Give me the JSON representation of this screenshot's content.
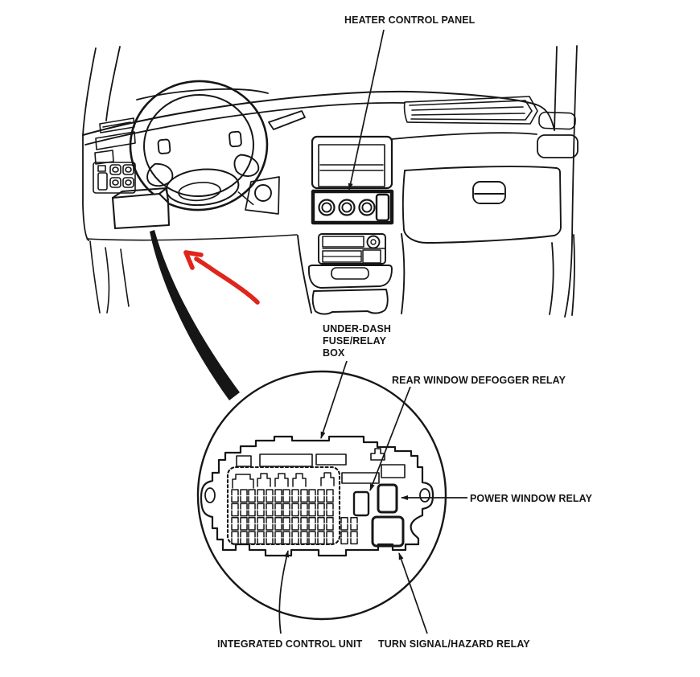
{
  "colors": {
    "ink": "#161616",
    "red": "#e0251c",
    "bg": "#ffffff"
  },
  "labels": {
    "heater_control_panel": "HEATER CONTROL PANEL",
    "under_dash_line1": "UNDER-DASH",
    "under_dash_line2": "FUSE/RELAY",
    "under_dash_line3": "BOX",
    "rear_window_defogger_relay": "REAR WINDOW DEFOGGER RELAY",
    "power_window_relay": "POWER WINDOW RELAY",
    "integrated_control_unit": "INTEGRATED CONTROL UNIT",
    "turn_signal_hazard_relay": "TURN SIGNAL/HAZARD RELAY"
  }
}
